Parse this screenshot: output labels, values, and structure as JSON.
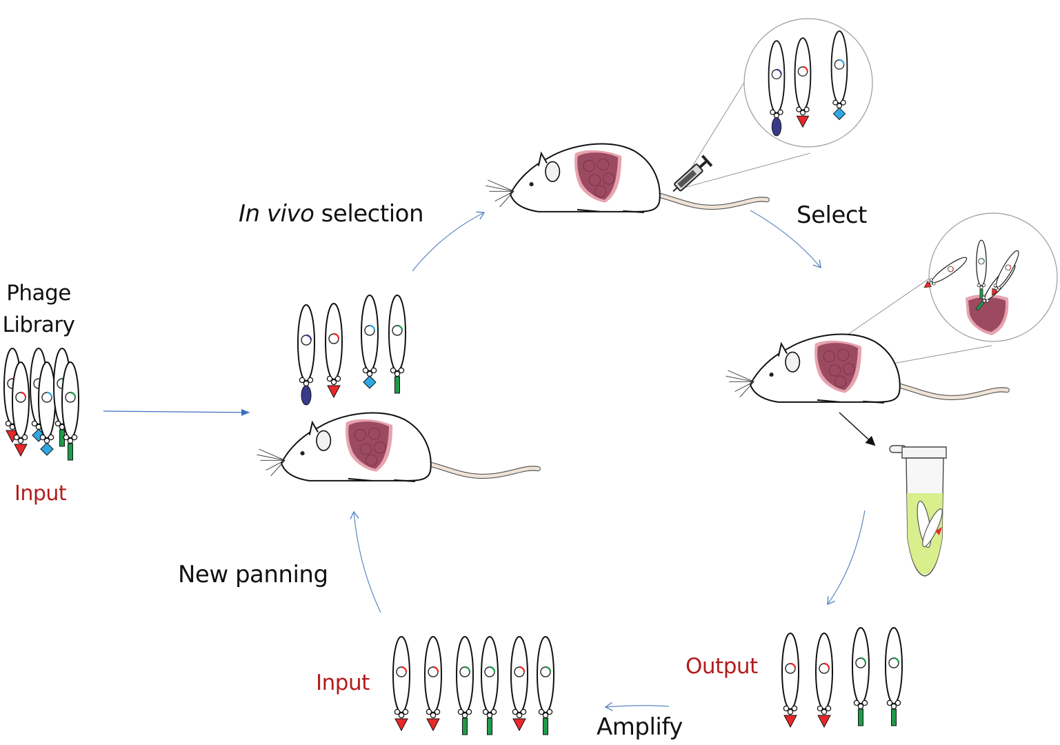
{
  "labels": {
    "phage_library_line1": "Phage",
    "phage_library_line2": "Library",
    "library_input": "Input",
    "in_vivo_italic": "In vivo",
    "in_vivo_rest": " selection",
    "select": "Select",
    "new_panning": "New panning",
    "output": "Output",
    "input_bottom": "Input",
    "amplify": "Amplify"
  },
  "colors": {
    "arrow": "#5b86c0",
    "label_red": "#b31b1b",
    "tumor": "#9c4a62",
    "tumor_halo": "#e6a3ae",
    "tail": "#efe3d8",
    "peptide_red": "#e8282a",
    "peptide_blue": "#2fa8e4",
    "peptide_green": "#1f9a4a",
    "peptide_navy": "#3a3a8c",
    "tube_liquid": "#d9ee8c"
  },
  "phage_groups": {
    "library": [
      "red-triangle",
      "blue-diamond",
      "green-bar"
    ],
    "in_vivo_pool": [
      "navy-oval",
      "red-triangle",
      "blue-diamond",
      "green-bar"
    ],
    "injected_zoom": [
      "navy-oval",
      "red-triangle",
      "blue-diamond"
    ],
    "output": [
      "red-triangle",
      "red-triangle",
      "green-bar",
      "green-bar"
    ],
    "amplified_input": [
      "red-triangle",
      "red-triangle",
      "green-bar",
      "green-bar",
      "red-triangle",
      "green-bar"
    ]
  },
  "steps": [
    "In vivo selection",
    "Select",
    "Output",
    "Amplify",
    "New panning"
  ]
}
